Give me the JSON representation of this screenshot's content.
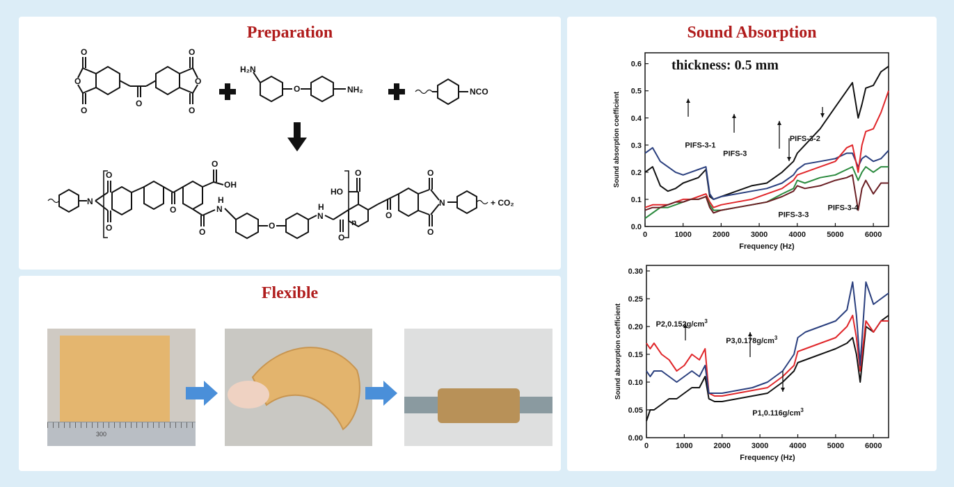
{
  "preparation": {
    "title": "Preparation",
    "labels": {
      "h2n": "H₂N",
      "nh2": "NH₂",
      "nco": "NCO",
      "oh": "OH",
      "ho": "HO",
      "h": "H",
      "n": "N",
      "nsub": "n",
      "co2": "+ CO₂",
      "o": "O"
    }
  },
  "flexible": {
    "title": "Flexible",
    "ruler_text": "300"
  },
  "sound": {
    "title": "Sound Absorption"
  },
  "colors": {
    "title": "#b01c1c",
    "black": "#111111",
    "navy": "#2a3f7e",
    "red": "#e0262a",
    "green": "#2b8a3e",
    "maroon": "#6a1f24",
    "arrow": "#4a8fd9"
  },
  "chart_data": [
    {
      "type": "line",
      "annotation": "thickness: 0.5 mm",
      "xlabel": "Frequency (Hz)",
      "ylabel": "Sound absorption coefficient",
      "xlim": [
        0,
        6400
      ],
      "ylim": [
        0,
        0.64
      ],
      "xticks": [
        0,
        1000,
        2000,
        3000,
        4000,
        5000,
        6000
      ],
      "yticks": [
        0.0,
        0.1,
        0.2,
        0.3,
        0.4,
        0.5,
        0.6
      ],
      "x": [
        0,
        200,
        400,
        600,
        800,
        1000,
        1200,
        1400,
        1600,
        1700,
        1800,
        2000,
        2400,
        2800,
        3200,
        3600,
        3900,
        4000,
        4200,
        4600,
        5000,
        5300,
        5450,
        5600,
        5700,
        5800,
        6000,
        6200,
        6400
      ],
      "series": [
        {
          "name": "PIFS-3",
          "color": "#111111",
          "values": [
            0.2,
            0.22,
            0.15,
            0.13,
            0.14,
            0.16,
            0.17,
            0.18,
            0.21,
            0.11,
            0.1,
            0.11,
            0.13,
            0.15,
            0.16,
            0.2,
            0.24,
            0.27,
            0.3,
            0.36,
            0.44,
            0.5,
            0.53,
            0.4,
            0.45,
            0.51,
            0.52,
            0.57,
            0.59
          ]
        },
        {
          "name": "PIFS-3-1",
          "color": "#2a3f7e",
          "values": [
            0.27,
            0.29,
            0.24,
            0.22,
            0.2,
            0.19,
            0.2,
            0.21,
            0.22,
            0.12,
            0.1,
            0.11,
            0.12,
            0.13,
            0.14,
            0.16,
            0.19,
            0.21,
            0.23,
            0.24,
            0.25,
            0.27,
            0.27,
            0.22,
            0.25,
            0.26,
            0.24,
            0.25,
            0.28
          ]
        },
        {
          "name": "PIFS-3-2",
          "color": "#e0262a",
          "values": [
            0.07,
            0.08,
            0.08,
            0.08,
            0.09,
            0.1,
            0.1,
            0.11,
            0.12,
            0.09,
            0.07,
            0.08,
            0.09,
            0.1,
            0.12,
            0.14,
            0.17,
            0.19,
            0.2,
            0.22,
            0.24,
            0.29,
            0.3,
            0.2,
            0.3,
            0.35,
            0.36,
            0.42,
            0.5
          ]
        },
        {
          "name": "PIFS-3-3",
          "color": "#2b8a3e",
          "values": [
            0.03,
            0.05,
            0.07,
            0.07,
            0.08,
            0.09,
            0.1,
            0.1,
            0.11,
            0.08,
            0.06,
            0.06,
            0.07,
            0.08,
            0.09,
            0.12,
            0.14,
            0.17,
            0.16,
            0.18,
            0.19,
            0.21,
            0.22,
            0.17,
            0.2,
            0.22,
            0.2,
            0.22,
            0.22
          ]
        },
        {
          "name": "PIFS-3-4",
          "color": "#6a1f24",
          "values": [
            0.06,
            0.07,
            0.07,
            0.08,
            0.09,
            0.09,
            0.1,
            0.1,
            0.11,
            0.07,
            0.05,
            0.06,
            0.07,
            0.08,
            0.09,
            0.11,
            0.13,
            0.15,
            0.14,
            0.15,
            0.17,
            0.18,
            0.19,
            0.06,
            0.14,
            0.17,
            0.12,
            0.16,
            0.16
          ]
        }
      ],
      "labels": [
        {
          "text": "PIFS-3-1",
          "x": 1050,
          "y": 0.29
        },
        {
          "text": "PIFS-3",
          "x": 2050,
          "y": 0.26
        },
        {
          "text": "PIFS-3-2",
          "x": 3800,
          "y": 0.315
        },
        {
          "text": "PIFS-3-3",
          "x": 3500,
          "y": 0.035
        },
        {
          "text": "PIFS-3-4",
          "x": 4800,
          "y": 0.06
        }
      ]
    },
    {
      "type": "line",
      "xlabel": "Frequency (Hz)",
      "ylabel": "Sound absorption coefficient",
      "xlim": [
        0,
        6400
      ],
      "ylim": [
        0,
        0.31
      ],
      "xticks": [
        0,
        1000,
        2000,
        3000,
        4000,
        5000,
        6000
      ],
      "yticks": [
        0.0,
        0.05,
        0.1,
        0.15,
        0.2,
        0.25,
        0.3
      ],
      "x": [
        0,
        100,
        200,
        400,
        600,
        800,
        1000,
        1200,
        1400,
        1550,
        1650,
        1800,
        2000,
        2400,
        2800,
        3200,
        3600,
        3900,
        4000,
        4200,
        4600,
        5000,
        5300,
        5450,
        5550,
        5650,
        5800,
        6000,
        6200,
        6400
      ],
      "series": [
        {
          "name": "P1,0.116g/cm³",
          "color": "#111111",
          "values": [
            0.03,
            0.05,
            0.05,
            0.06,
            0.07,
            0.07,
            0.08,
            0.09,
            0.09,
            0.11,
            0.07,
            0.065,
            0.065,
            0.07,
            0.075,
            0.08,
            0.1,
            0.12,
            0.135,
            0.14,
            0.15,
            0.16,
            0.17,
            0.18,
            0.15,
            0.1,
            0.2,
            0.19,
            0.21,
            0.22
          ]
        },
        {
          "name": "P2,0.152g/cm³",
          "color": "#e0262a",
          "values": [
            0.17,
            0.16,
            0.17,
            0.15,
            0.14,
            0.12,
            0.13,
            0.15,
            0.14,
            0.16,
            0.08,
            0.075,
            0.075,
            0.08,
            0.085,
            0.09,
            0.11,
            0.13,
            0.155,
            0.16,
            0.17,
            0.18,
            0.2,
            0.22,
            0.18,
            0.12,
            0.21,
            0.19,
            0.21,
            0.21
          ]
        },
        {
          "name": "P3,0.178g/cm³",
          "color": "#2a3f7e",
          "values": [
            0.12,
            0.11,
            0.12,
            0.12,
            0.11,
            0.1,
            0.11,
            0.12,
            0.11,
            0.13,
            0.08,
            0.08,
            0.08,
            0.085,
            0.09,
            0.1,
            0.12,
            0.15,
            0.18,
            0.19,
            0.2,
            0.21,
            0.23,
            0.28,
            0.22,
            0.13,
            0.28,
            0.24,
            0.25,
            0.26
          ]
        }
      ],
      "labels": [
        {
          "text": "P2,0.152g/cm",
          "sup": "3",
          "x": 250,
          "y": 0.2
        },
        {
          "text": "P3,0.178g/cm",
          "sup": "3",
          "x": 2100,
          "y": 0.17
        },
        {
          "text": "P1,0.116g/cm",
          "sup": "3",
          "x": 2800,
          "y": 0.04
        }
      ]
    }
  ]
}
